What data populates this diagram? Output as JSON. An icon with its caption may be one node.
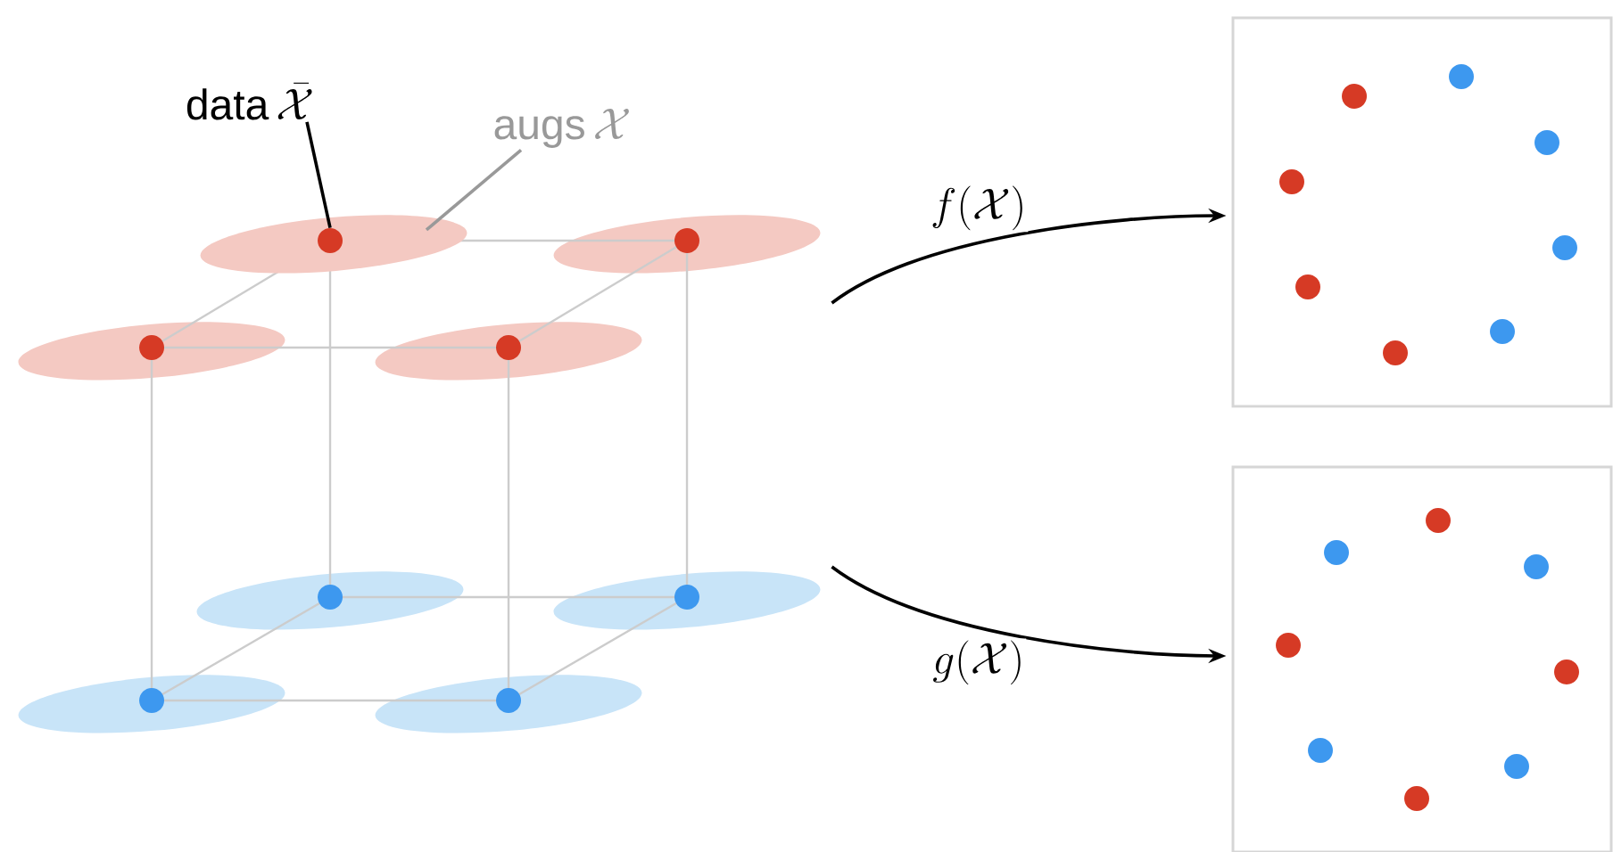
{
  "diagram": {
    "nodes": [
      {
        "text": [],
        "shape": "picture"
      },
      {
        "text": [
          "data",
          "\\bar{\\mathcal{X}}"
        ]
      },
      {
        "text": [],
        "shape": "ellipse",
        "in": 0
      },
      {
        "text": [
          "augs",
          "\\mathcal{X}"
        ]
      },
      {
        "text": [],
        "shape": "circle",
        "in": 2
      },
      {
        "text": [],
        "shape": "box"
      },
      {
        "text": [],
        "shape": "box"
      }
    ],
    "edges": [
      {
        "from": 1,
        "to": 4,
        "arrow": "none"
      },
      {
        "from": 3,
        "to": 2,
        "arrow": "none",
        "color": "#999999"
      },
      {
        "from": 0,
        "to": 5,
        "arrow": "to",
        "label": "f(\\mathcal{X})"
      },
      {
        "from": 0,
        "to": 6,
        "arrow": "to",
        "label": "g(\\mathcal{X})"
      }
    ]
  }
}
